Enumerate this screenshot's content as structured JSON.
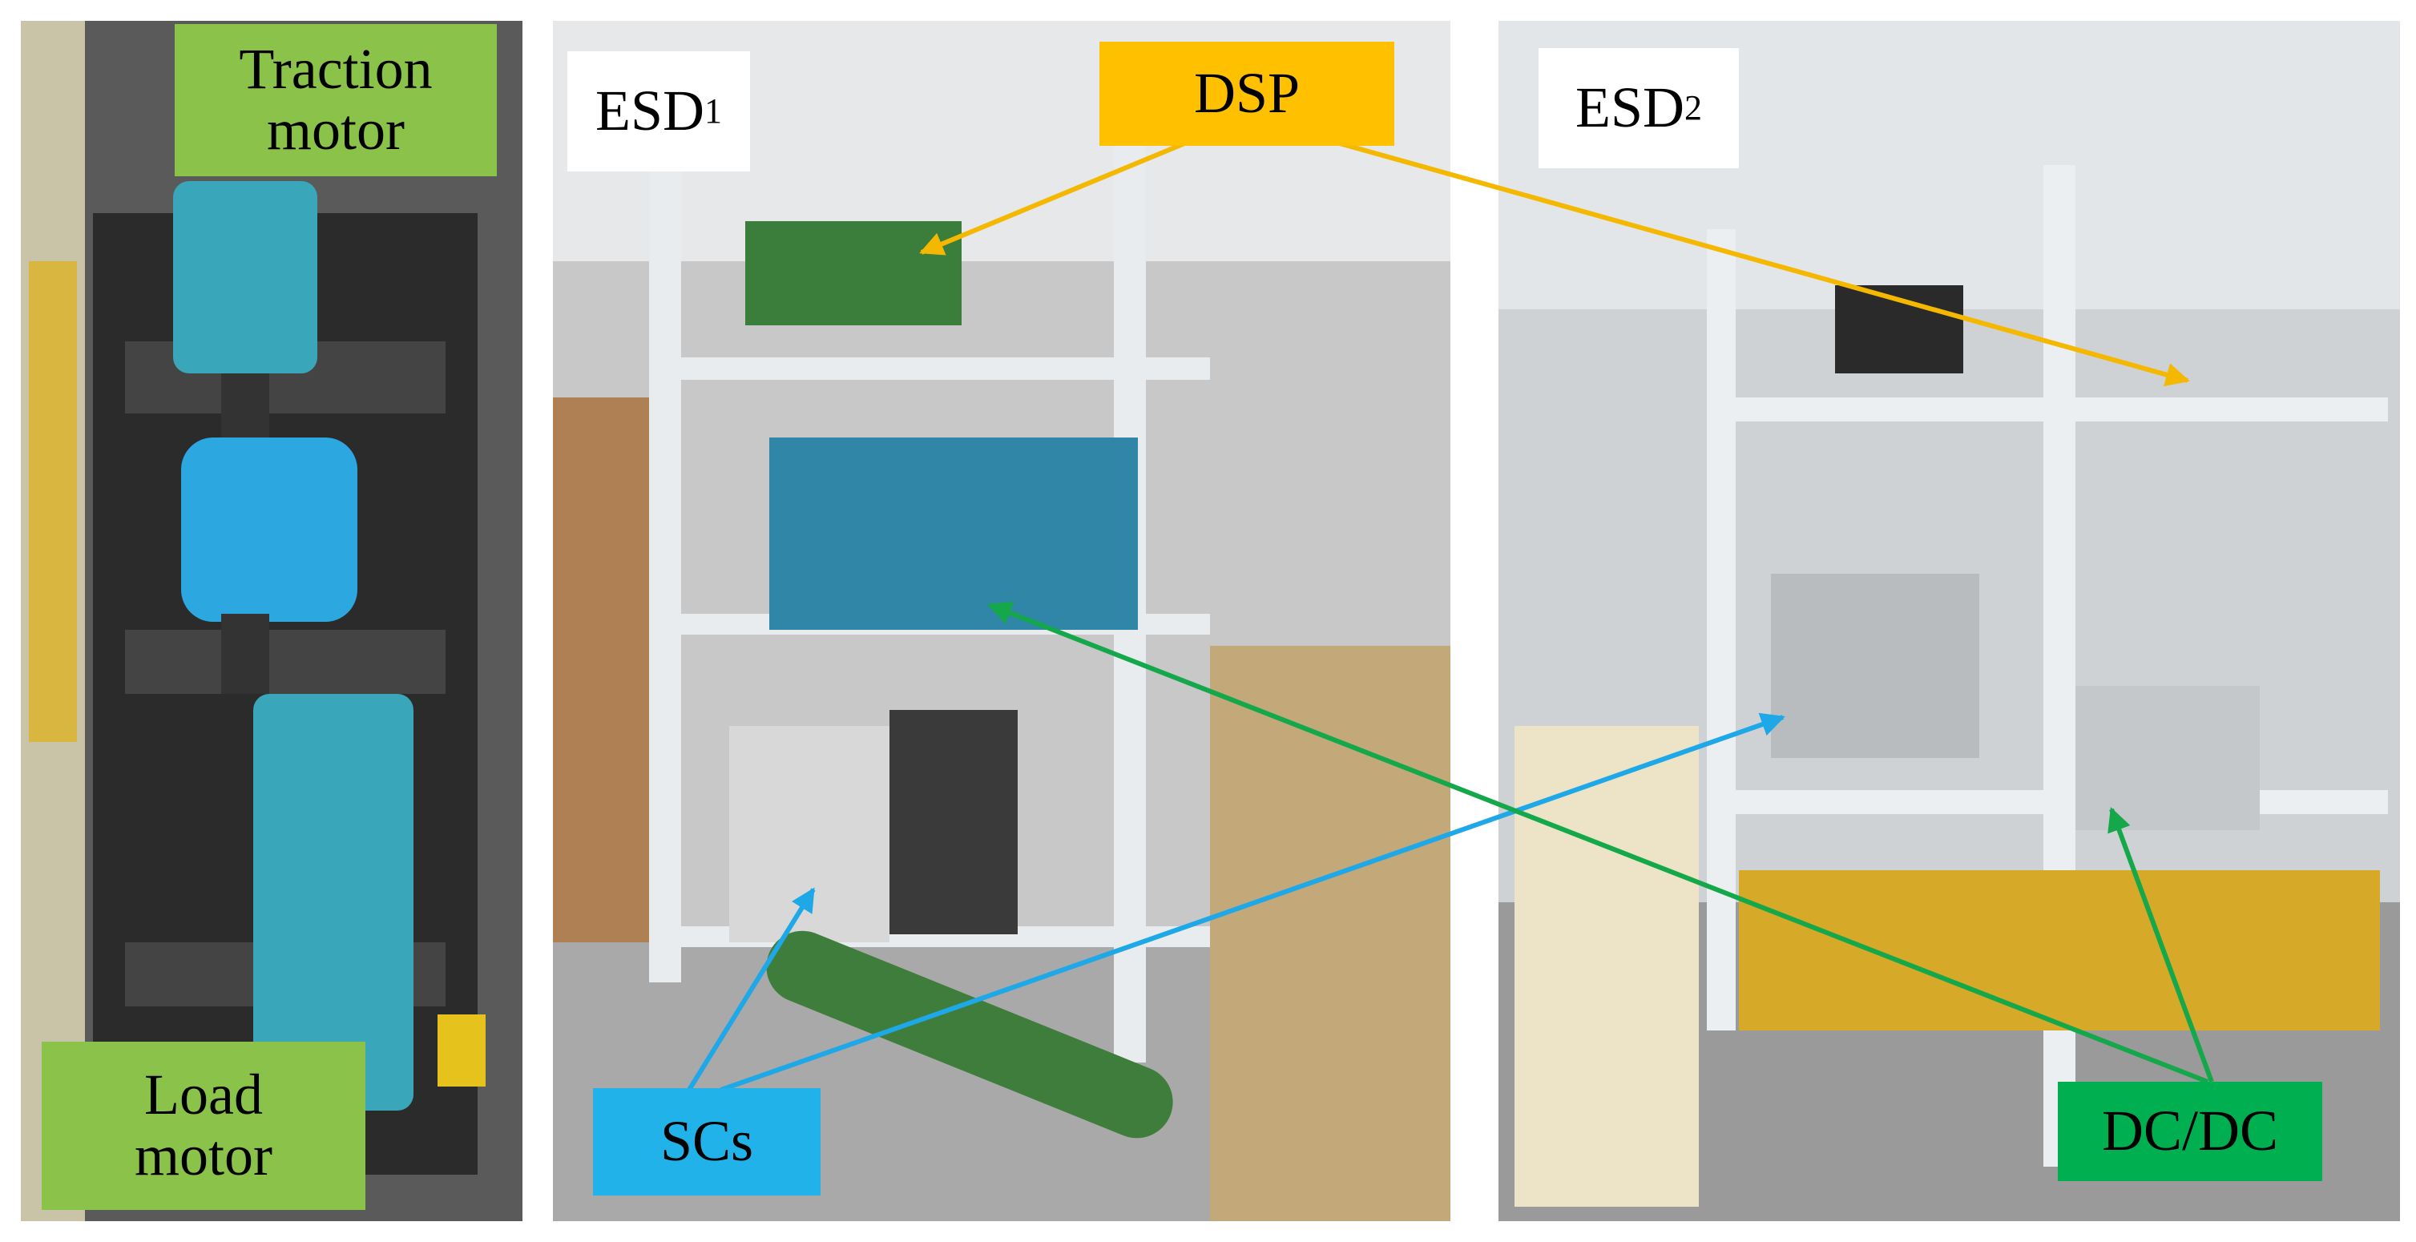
{
  "labels": {
    "traction_line1": "Traction",
    "traction_line2": "motor",
    "load_line1": "Load",
    "load_line2": "motor",
    "esd1_main": "ESD",
    "esd1_sub": "1",
    "esd2_main": "ESD",
    "esd2_sub": "2",
    "dsp": "DSP",
    "scs": "SCs",
    "dcdc": "DC/DC"
  },
  "colors": {
    "label_green": "#8bc34a",
    "dsp_fill": "#ffc000",
    "dsp_arrow": "#f5b800",
    "scs_fill": "#20b2e8",
    "scs_arrow": "#1ea8e8",
    "dcdc_fill": "#00b050",
    "dcdc_arrow": "#14a84a"
  }
}
